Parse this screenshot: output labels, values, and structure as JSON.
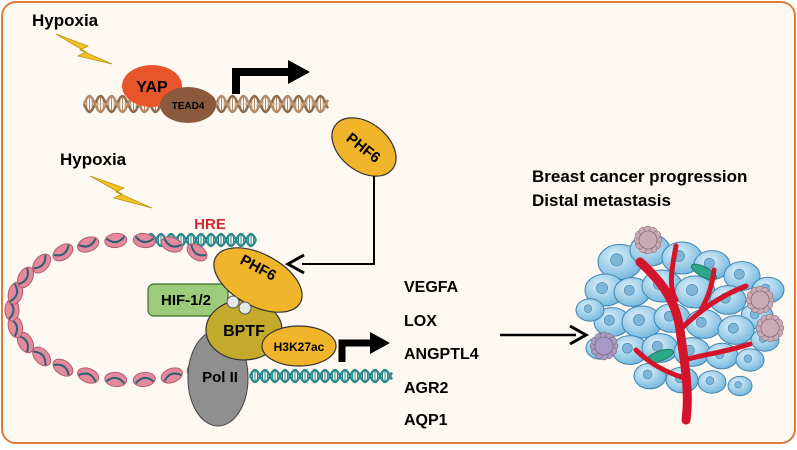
{
  "colors": {
    "frame": "#e07b39",
    "background": "#fdf9f2",
    "lightning": "#f4c31f",
    "yap": "#e8552a",
    "tead4": "#8b5a3c",
    "phf6": "#f0b52a",
    "bptf": "#c4aa2c",
    "h3k27ac": "#f0b52a",
    "hif": "#9ccb7a",
    "pol2": "#8f8f8f",
    "hre_text": "#d7262e",
    "dna_dark": "#2f8a8f",
    "dna_pink": "#e38a9c",
    "vessel": "#d3142a",
    "tumor_cell": "#8fc8e6"
  },
  "top": {
    "stimulus": "Hypoxia",
    "yap": "YAP",
    "tead4": "TEAD4",
    "product": "PHF6"
  },
  "bottom": {
    "stimulus": "Hypoxia",
    "hre": "HRE",
    "phf6": "PHF6",
    "hif": "HIF-1/2",
    "bptf": "BPTF",
    "h3k27ac": "H3K27ac",
    "pol2": "Pol II"
  },
  "genes": [
    "VEGFA",
    "LOX",
    "ANGPTL4",
    "AGR2",
    "AQP1"
  ],
  "outcome": {
    "line1": "Breast cancer progression",
    "line2": "Distal metastasis"
  },
  "icons": [
    "lightning-bolt-icon",
    "transcription-arrow-icon",
    "tumor-icon"
  ]
}
